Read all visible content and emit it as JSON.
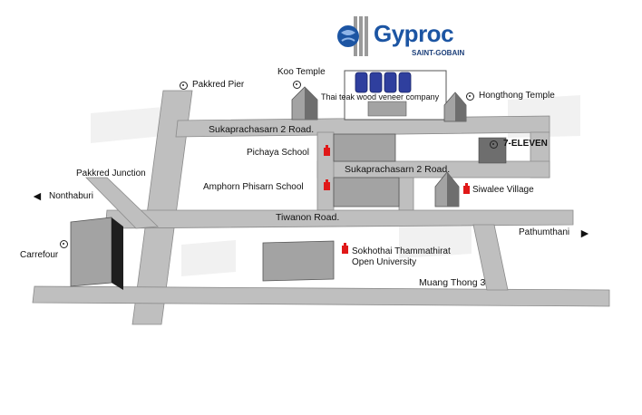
{
  "brand": {
    "name": "Gyproc",
    "parent": "SAINT-GOBAIN"
  },
  "roads": {
    "sukaprachasarn_top": "Sukaprachasarn 2 Road.",
    "sukaprachasarn_mid": "Sukaprachasarn 2 Road.",
    "tiwanon": "Tiwanon Road.",
    "muang_thong": "Muang Thong 3"
  },
  "landmarks": {
    "pakkred_pier": "Pakkred Pier",
    "koo_temple": "Koo Temple",
    "thai_teak": "Thai teak wood veneer company",
    "hongthong_temple": "Hongthong Temple",
    "seven_eleven": "7-ELEVEN",
    "pichaya_school": "Pichaya School",
    "pakkred_junction": "Pakkred Junction",
    "amphorn_school": "Amphorn Phisarn School",
    "siwalee_village": "Siwalee Village",
    "carrefour": "Carrefour",
    "stou_line1": "Sokhothai Thammathirat",
    "stou_line2": "Open University"
  },
  "directions": {
    "west": "Nonthaburi",
    "east": "Pathumthani"
  },
  "colors": {
    "road": "#bfbfbf",
    "road_edge": "#8a8a8a",
    "building_top": "#a3a3a3",
    "building_side": "#6e6e6e",
    "brand_blue": "#1c55a3",
    "tank_blue": "#2f3f9e",
    "pin_red": "#e01818"
  }
}
